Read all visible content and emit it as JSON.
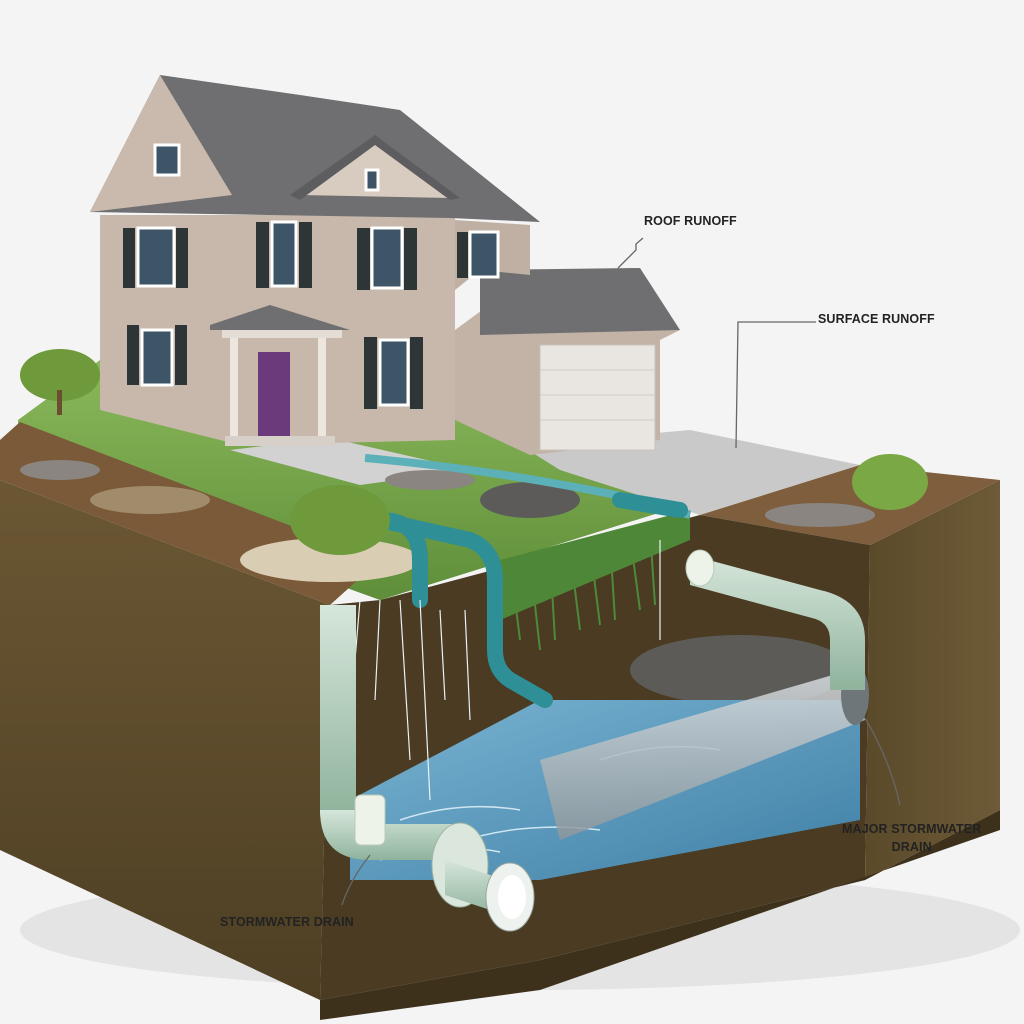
{
  "labels": {
    "roof_runoff": "ROOF RUNOFF",
    "surface_runoff": "SURFACE RUNOFF",
    "major_stormwater_drain_line1": "MAJOR STORMWATER",
    "major_stormwater_drain_line2": "DRAIN",
    "stormwater_drain": "STORMWATER DRAIN"
  },
  "colors": {
    "background": "#f4f4f4",
    "soil_dark": "#5b4a2c",
    "soil_top": "#7a5a38",
    "grass": "#79a84a",
    "water": "#5a9cc0",
    "pipe_green": "#a9c9b3",
    "downspout_teal": "#2f8f96",
    "house_siding": "#c7b8ab",
    "roof": "#6f6f72",
    "door": "#6a3a7a",
    "shutters": "#2e3536"
  }
}
